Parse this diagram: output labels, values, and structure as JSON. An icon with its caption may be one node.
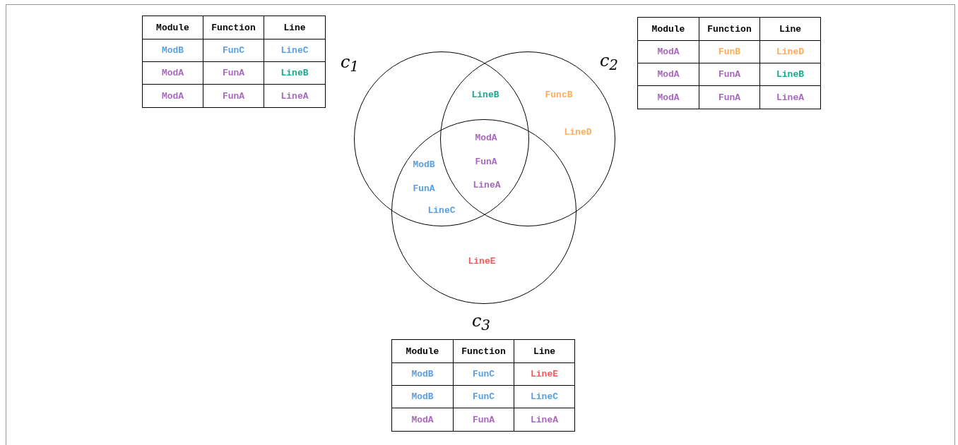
{
  "diagram": {
    "nodes": [
      {
        "text": [
          "c$_{1}$"
        ]
      },
      {
        "text": [
          "c$_{2}$"
        ]
      },
      {
        "text": [
          "c$_{3}$"
        ]
      }
    ],
    "labels": [
      "Module",
      "Function",
      "Line",
      "ModB",
      "FunC",
      "LineC",
      "ModA",
      "FunA",
      "LineB",
      "ModA",
      "FunA",
      "LineA",
      "Module",
      "Function",
      "Line",
      "ModA",
      "FunB",
      "LineD",
      "ModA",
      "FunA",
      "LineB",
      "ModA",
      "FunA",
      "LineA",
      "LineB",
      "FuncB",
      "LineD",
      "ModA",
      "FunA",
      "LineA",
      "ModB",
      "FunA",
      "LineC",
      "LineE",
      "Module",
      "Function",
      "Line",
      "ModB",
      "FunC",
      "LineE",
      "ModB",
      "FunC",
      "LineC",
      "ModA",
      "FunA",
      "LineA"
    ]
  }
}
